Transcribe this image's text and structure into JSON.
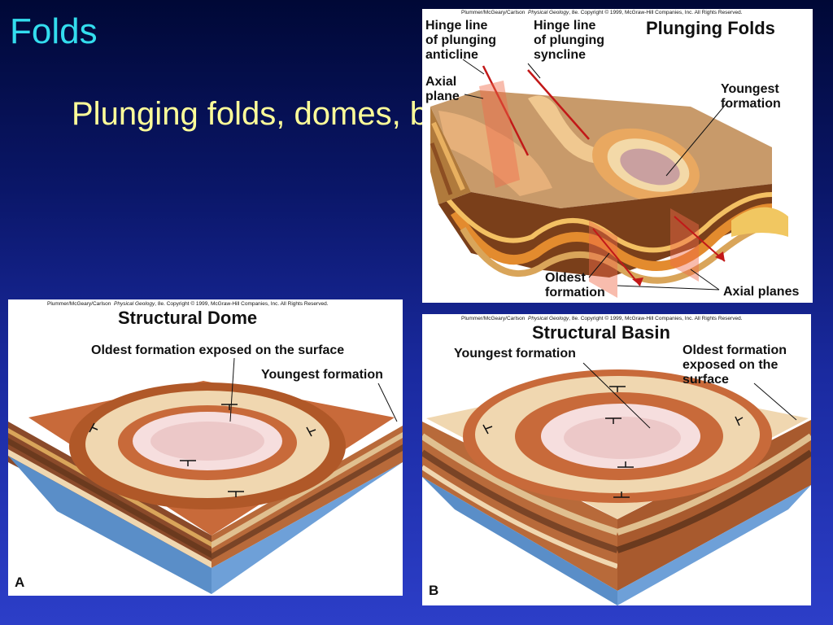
{
  "slide": {
    "title": "Folds",
    "subtitle": "Plunging folds, domes, basins"
  },
  "credit": {
    "authors": "Plummer/McGeary/Carlson",
    "book": "Physical Geology",
    "rest": ", 8e.  Copyright © 1999, McGraw-Hill Companies, Inc. All Rights Reserved."
  },
  "plunging": {
    "title": "Plunging Folds",
    "hinge_anticline": "Hinge line\nof plunging\nanticline",
    "hinge_syncline": "Hinge line\nof plunging\nsyncline",
    "axial_plane": "Axial\nplane",
    "youngest": "Youngest\nformation",
    "oldest": "Oldest\nformation",
    "axial_planes": "Axial planes"
  },
  "dome": {
    "title": "Structural Dome",
    "oldest": "Oldest formation exposed on the surface",
    "youngest": "Youngest formation",
    "letter": "A"
  },
  "basin": {
    "title": "Structural Basin",
    "youngest": "Youngest formation",
    "oldest": "Oldest formation\nexposed on the\nsurface",
    "letter": "B"
  }
}
